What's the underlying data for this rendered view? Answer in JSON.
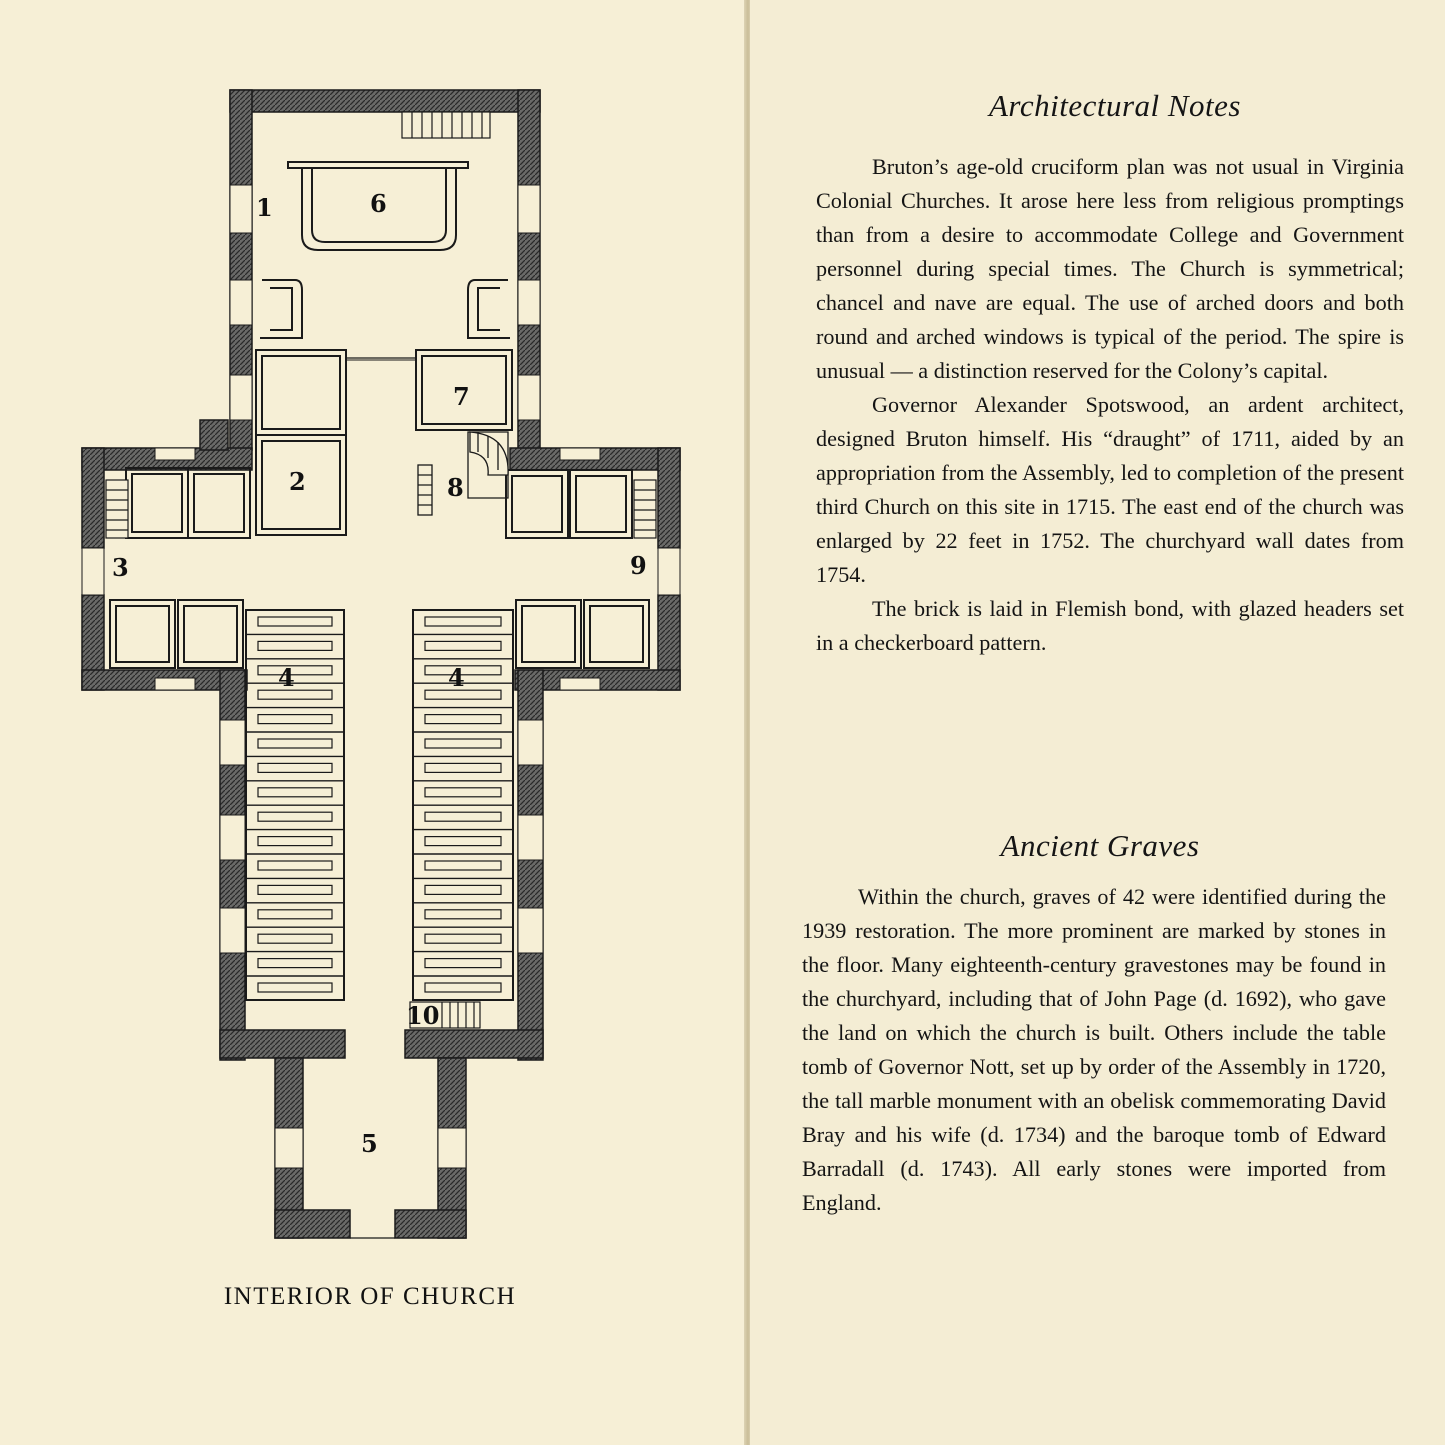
{
  "left_page": {
    "caption": "INTERIOR OF CHURCH",
    "plan_labels": [
      "1",
      "2",
      "3",
      "4",
      "4",
      "5",
      "6",
      "7",
      "8",
      "9",
      "10"
    ]
  },
  "right_page": {
    "section1": {
      "title": "Architectural Notes",
      "paragraphs": [
        "Bruton’s age-old cruciform plan was not usual in Virginia Colonial Churches. It arose here less from religious promptings than from a desire to accommodate College and Government personnel during special times. The Church is symmetrical; chancel and nave are equal. The use of arched doors and both round and arched windows is typical of the period. The spire is unusual — a distinction reserved for the Colony’s capital.",
        "Governor Alexander Spotswood, an ardent architect, designed Bruton himself. His “draught” of 1711, aided by an appropriation from the Assembly, led to completion of the present third Church on this site in 1715. The east end of the church was enlarged by 22 feet in 1752. The churchyard wall dates from 1754.",
        "The brick is laid in Flemish bond, with glazed headers set in a checkerboard pattern."
      ]
    },
    "section2": {
      "title": "Ancient Graves",
      "paragraphs": [
        "Within the church, graves of 42 were identified during the 1939 restoration. The more prominent are marked by stones in the floor. Many eighteenth-century gravestones may be found in the churchyard, including that of John Page (d. 1692), who gave the land on which the church is built. Others include the table tomb of Governor Nott, set up by order of the Assembly in 1720, the tall marble monument with an obelisk commemorating David Bray and his wife (d. 1734) and the baroque tomb of Edward Barradall (d. 1743). All early stones were imported from England."
      ]
    }
  }
}
